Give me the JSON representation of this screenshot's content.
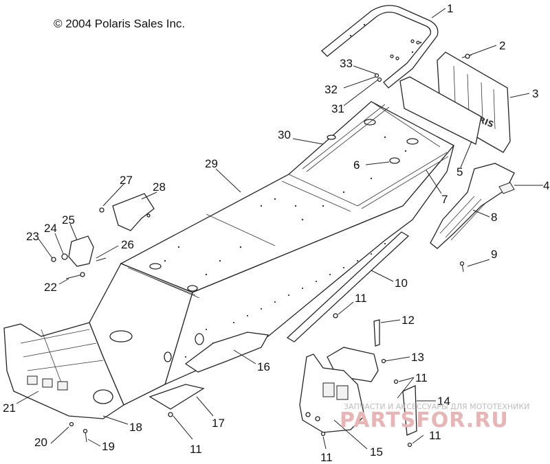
{
  "copyright": "© 2004 Polaris Sales Inc.",
  "watermark": {
    "tagline": "ЗАПЧАСТИ И АКСЕССУАРЫ ДЛЯ МОТОТЕХНИКИ",
    "brand": "PARTSFOR.RU"
  },
  "callouts": [
    "1",
    "2",
    "3",
    "4",
    "5",
    "6",
    "7",
    "8",
    "9",
    "10",
    "11",
    "12",
    "13",
    "14",
    "15",
    "16",
    "17",
    "18",
    "19",
    "20",
    "21",
    "22",
    "23",
    "24",
    "25",
    "26",
    "27",
    "28",
    "29",
    "30",
    "31",
    "32",
    "33",
    "11",
    "11",
    "11",
    "11"
  ]
}
